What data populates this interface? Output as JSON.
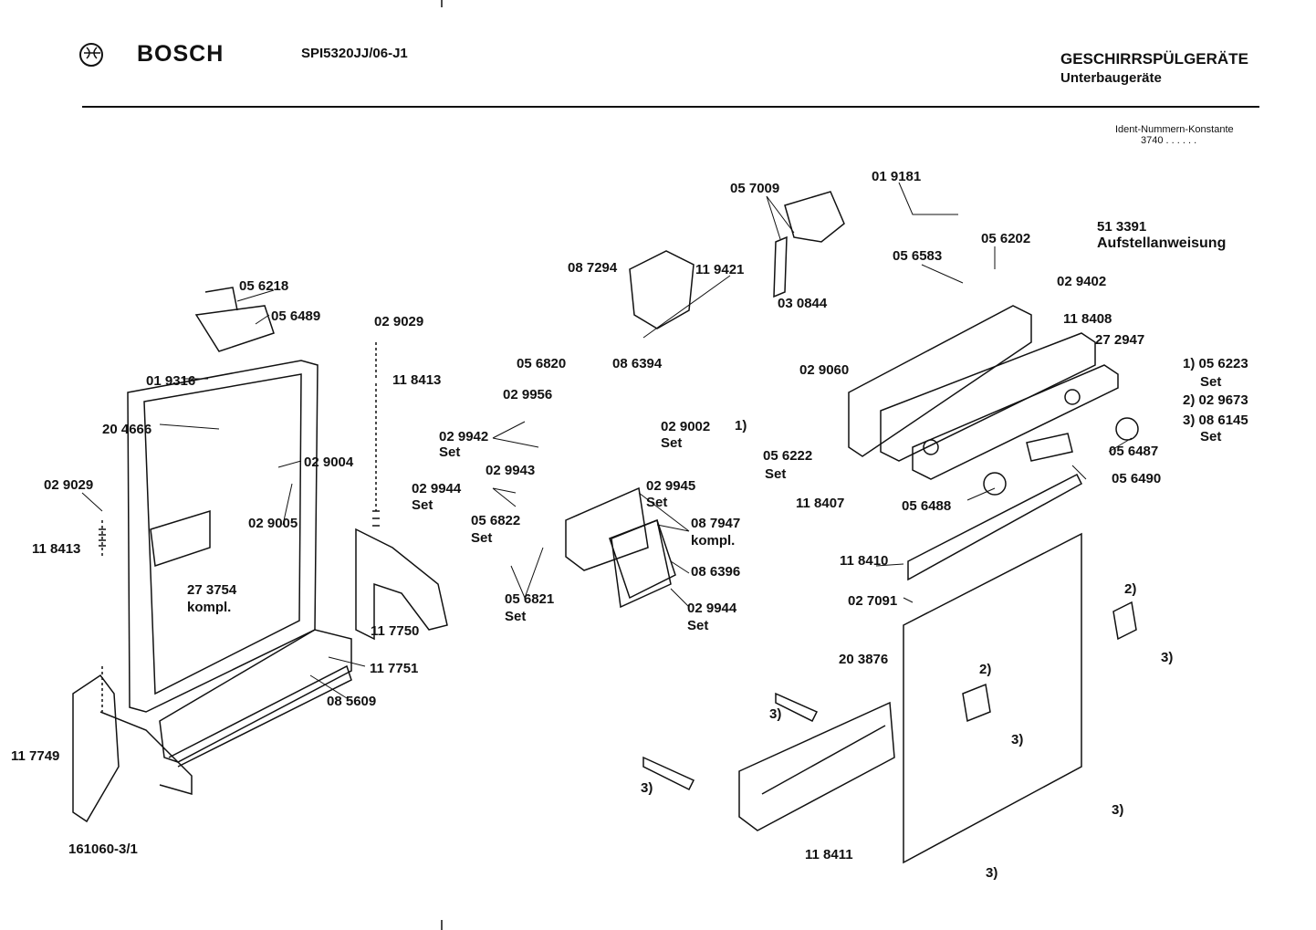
{
  "header": {
    "brand": "BOSCH",
    "model": "SPI5320JJ/06-J1",
    "category": "GESCHIRRSPÜLGERÄTE",
    "subcategory": "Unterbaugeräte",
    "ident_label": "Ident-Nummern-Konstante",
    "ident_value": "3740  . .   . . . ."
  },
  "labels": [
    "05 7009",
    "01 9181",
    "51 3391",
    "Aufstellanweisung",
    "05 6202",
    "05 6583",
    "02 9402",
    "08 7294",
    "11 9421",
    "03 0844",
    "11 8408",
    "27 2947",
    "1) 05 6223",
    "Set",
    "2) 02 9673",
    "3) 08 6145",
    "Set",
    "05 6218",
    "05 6489",
    "02 9029",
    "01 9316",
    "11 8413",
    "20 4666",
    "02 9004",
    "02 9005",
    "02 9029",
    "11 8413",
    "27 3754",
    "kompl.",
    "11 7750",
    "11 7751",
    "08 5609",
    "11 7749",
    "161060-3/1",
    "05 6820",
    "08 6394",
    "02 9956",
    "02 9942",
    "Set",
    "02 9002",
    "Set",
    "02 9943",
    "02 9944",
    "Set",
    "02 9945",
    "Set",
    "05 6822",
    "Set",
    "08 7947",
    "kompl.",
    "08 6396",
    "05 6821",
    "Set",
    "02 9944",
    "Set",
    "02 9060",
    "1)",
    "05 6222",
    "Set",
    "11 8407",
    "05 6487",
    "05 6490",
    "05 6488",
    "11 8410",
    "02 7091",
    "20 3876",
    "2)",
    "3)",
    "2)",
    "3)",
    "3)",
    "3)",
    "11 8411",
    "3)",
    "3)"
  ]
}
